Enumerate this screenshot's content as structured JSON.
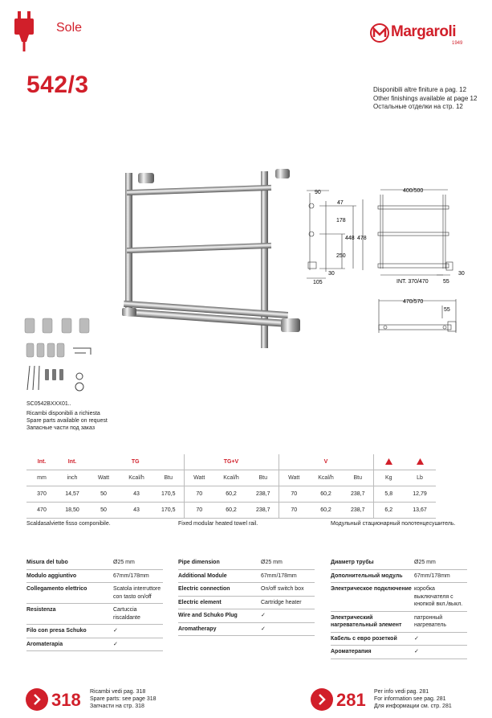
{
  "header": {
    "category": "Sole",
    "brand": "Margaroli",
    "brand_year": "1949"
  },
  "model": "542/3",
  "availability": [
    "Disponibili altre finiture a pag. 12",
    "Other finishings available at page 12",
    "Остальные отделки на стр. 12"
  ],
  "dimensions": {
    "side": [
      "90",
      "47",
      "178",
      "448",
      "478",
      "250",
      "30",
      "105"
    ],
    "front": [
      "400/500",
      "30",
      "INT. 370/470",
      "55"
    ],
    "top": [
      "470/570",
      "55"
    ]
  },
  "spare_parts": {
    "code": "SC0542BXXX01..",
    "lines": [
      "Ricambi disponibili a richiesta",
      "Spare parts available on request",
      "Запасные части под заказ"
    ]
  },
  "spec_table": {
    "groups": [
      "Int.",
      "Int.",
      "TG",
      "TG+V",
      "V"
    ],
    "units": [
      "mm",
      "inch",
      "Watt",
      "Kcal/h",
      "Btu",
      "Watt",
      "Kcal/h",
      "Btu",
      "Watt",
      "Kcal/h",
      "Btu",
      "Kg",
      "Lb"
    ],
    "rows": [
      [
        "370",
        "14,57",
        "50",
        "43",
        "170,5",
        "70",
        "60,2",
        "238,7",
        "70",
        "60,2",
        "238,7",
        "5,8",
        "12,79"
      ],
      [
        "470",
        "18,50",
        "50",
        "43",
        "170,5",
        "70",
        "60,2",
        "238,7",
        "70",
        "60,2",
        "238,7",
        "6,2",
        "13,67"
      ]
    ]
  },
  "descriptions": [
    "Scaldasalviette fisso componibile.",
    "Fixed modular heated towel rail.",
    "Модульный стационарный полотенцесушитель."
  ],
  "features_it": [
    [
      "Misura del tubo",
      "Ø25 mm"
    ],
    [
      "Modulo aggiuntivo",
      "67mm/178mm"
    ],
    [
      "Collegamento elettrico",
      "Scatola interruttore con tasto on/off"
    ],
    [
      "Resistenza",
      "Cartuccia riscaldante"
    ],
    [
      "Filo con presa Schuko",
      "✓"
    ],
    [
      "Aromaterapia",
      "✓"
    ]
  ],
  "features_en": [
    [
      "Pipe dimension",
      "Ø25 mm"
    ],
    [
      "Additional Module",
      "67mm/178mm"
    ],
    [
      "Electric connection",
      "On/off switch box"
    ],
    [
      "Electric element",
      "Cartridge heater"
    ],
    [
      "Wire and Schuko Plug",
      "✓"
    ],
    [
      "Aromatherapy",
      "✓"
    ]
  ],
  "features_ru": [
    [
      "Диаметр трубы",
      "Ø25 mm"
    ],
    [
      "Дополнительный модуль",
      "67mm/178mm"
    ],
    [
      "Электрическое подключение",
      "коробка выключателя с кнопкой вкл./выкл."
    ],
    [
      "Электрический нагревательный элемент",
      "патронный нагреватель"
    ],
    [
      "Кабель с евро розеткой",
      "✓"
    ],
    [
      "Ароматерапия",
      "✓"
    ]
  ],
  "footer": {
    "left_number": "318",
    "left_lines": [
      "Ricambi vedi pag. 318",
      "Spare parts: see page 318",
      "Запчасти на стр. 318"
    ],
    "right_number": "281",
    "right_lines": [
      "Per info vedi pag. 281",
      "For information see pag. 281",
      "Для информации см. стр. 281"
    ]
  },
  "colors": {
    "accent": "#d11f2a"
  }
}
